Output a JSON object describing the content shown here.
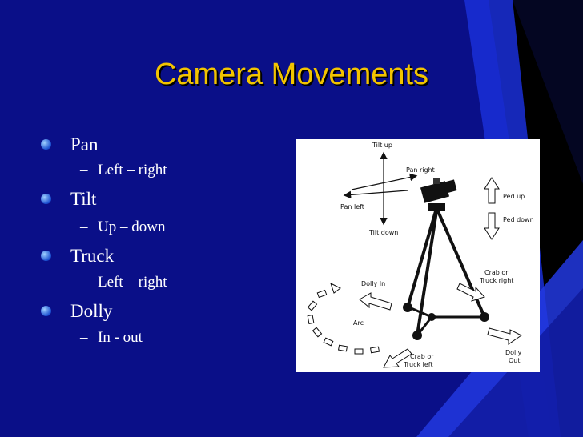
{
  "slide": {
    "title": "Camera Movements",
    "bullets": [
      {
        "label": "Pan",
        "sub": "Left – right"
      },
      {
        "label": "Tilt",
        "sub": "Up – down"
      },
      {
        "label": "Truck",
        "sub": "Left – right"
      },
      {
        "label": "Dolly",
        "sub": "In - out"
      }
    ]
  },
  "figure": {
    "labels": {
      "tilt_up": "Tilt up",
      "pan_right": "Pan right",
      "pan_left": "Pan left",
      "tilt_down": "Tilt down",
      "ped_up": "Ped up",
      "ped_down": "Ped down",
      "crab_right_1": "Crab or",
      "crab_right_2": "Truck right",
      "dolly_in": "Dolly  In",
      "arc": "Arc",
      "crab_left_1": "Crab or",
      "crab_left_2": "Truck  left",
      "dolly_out_1": "Dolly",
      "dolly_out_2": "Out"
    }
  },
  "colors": {
    "background": "#0a0f88",
    "title": "#f2c400",
    "text": "#ffffff"
  }
}
